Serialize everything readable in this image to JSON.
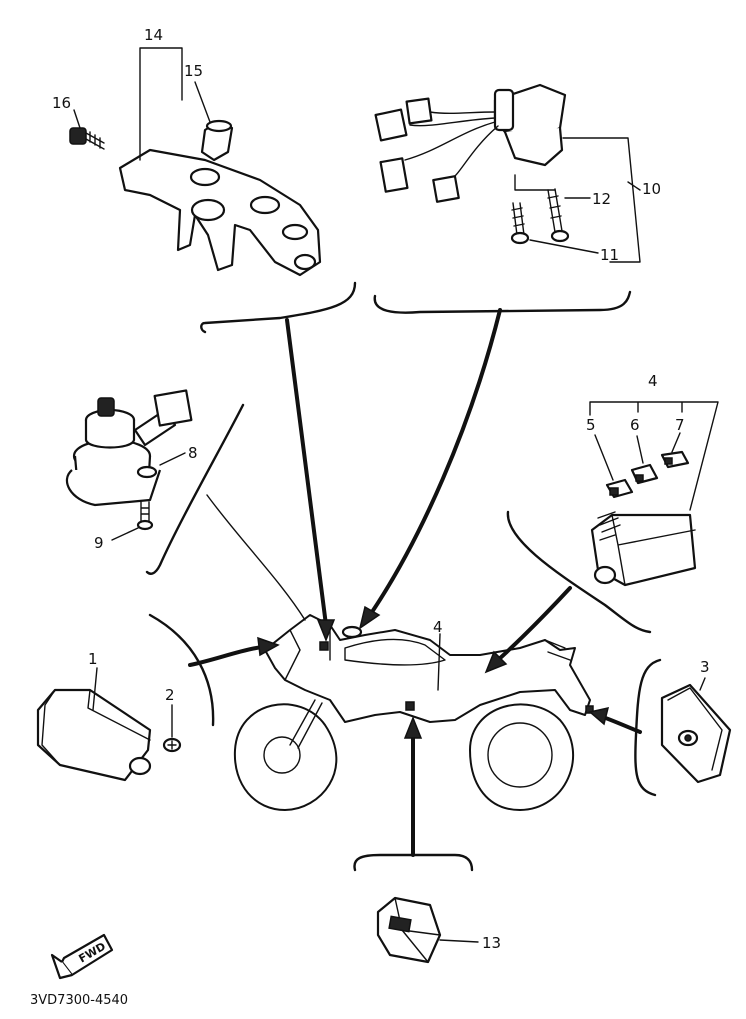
{
  "labels": {
    "p1": "1",
    "p2": "2",
    "p3": "3",
    "p4_top": "4",
    "p4_bike": "4",
    "p5": "5",
    "p6": "6",
    "p7": "7",
    "p8": "8",
    "p9": "9",
    "p10": "10",
    "p11": "11",
    "p12": "12",
    "p13": "13",
    "p14": "14",
    "p15": "15",
    "p16": "16"
  },
  "fwd_label": "FWD",
  "diagram_code": "3VD7300-4540"
}
